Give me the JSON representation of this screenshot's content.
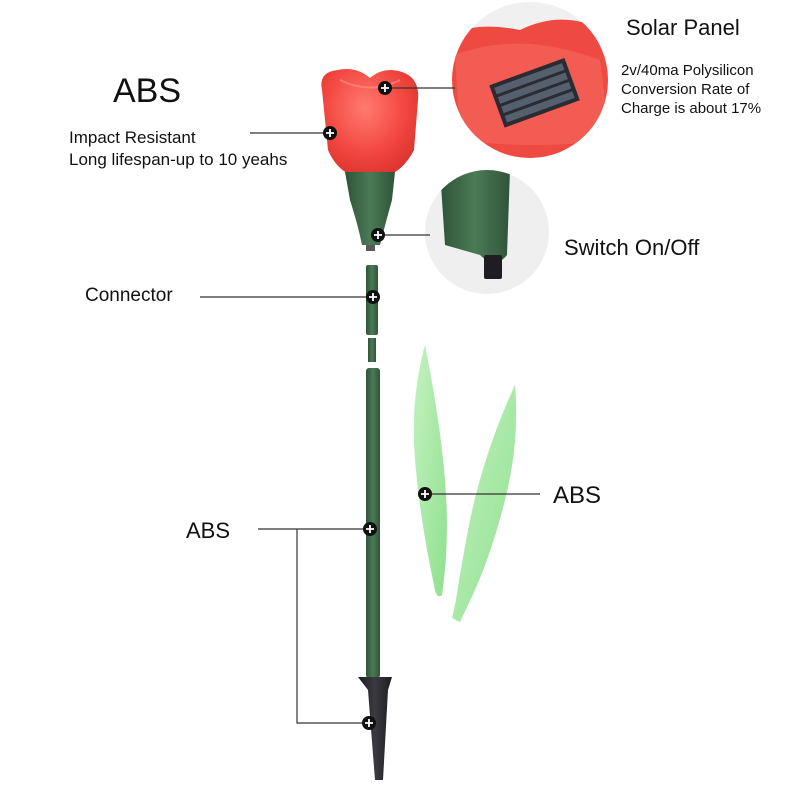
{
  "labels": {
    "abs_top": "ABS",
    "impact": "Impact Resistant",
    "lifespan": "Long lifespan-up to 10 yeahs",
    "solar_title": "Solar Panel",
    "solar_line1": "2v/40ma Polysilicon",
    "solar_line2": "Conversion Rate of",
    "solar_line3": "Charge is about 17%",
    "switch": "Switch On/Off",
    "connector": "Connector",
    "abs_stem": "ABS",
    "abs_leaves": "ABS"
  },
  "colors": {
    "flower": "#f2463f",
    "stem": "#3f6a49",
    "leaf": "#a6e9a6",
    "stake": "#2a2a2e",
    "leader": "#333333"
  }
}
